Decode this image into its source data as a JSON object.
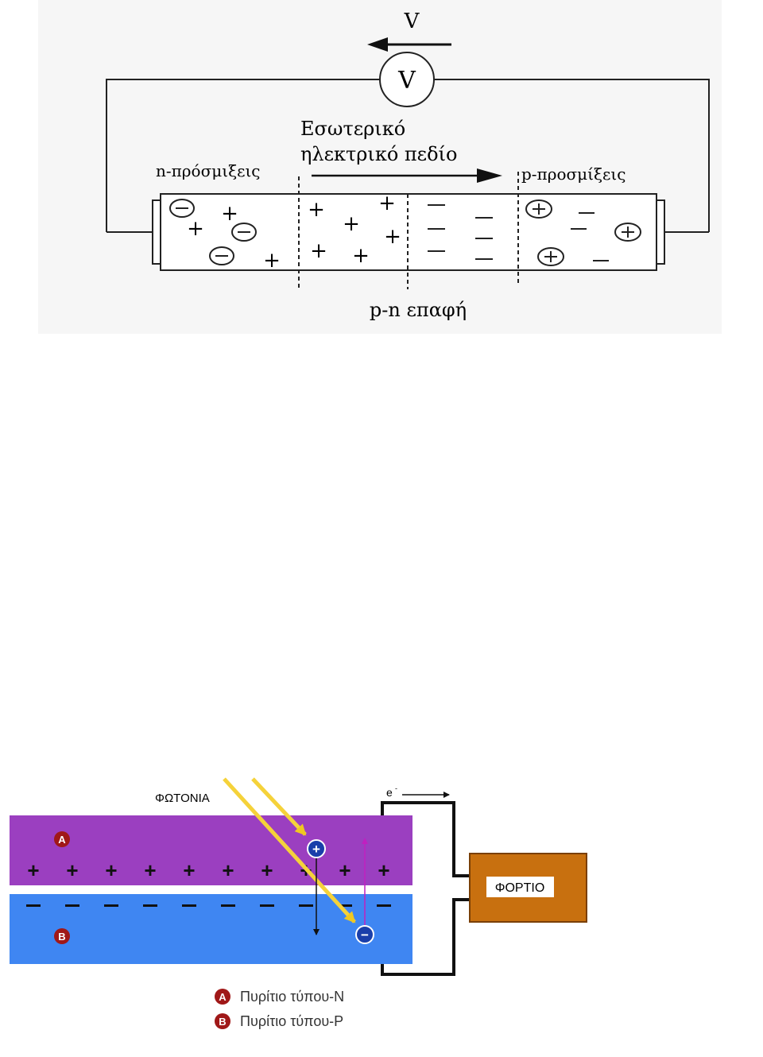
{
  "figure1": {
    "voltage_arrow_label": "V",
    "voltmeter_label": "V",
    "field_title_line1": "Εσωτερικό",
    "field_title_line2": "ηλεκτρικό πεδίο",
    "n_region_label": "n-πρόσμιξεις",
    "p_region_label": "p-προσμίξεις",
    "junction_label": "p-n επαφή",
    "charge_symbols": {
      "plus": "+",
      "minus": "—"
    }
  },
  "figure2": {
    "photons_label": "ΦΩΤΟΝΙΑ",
    "electron_flow_label": "e",
    "electron_flow_sup": "-",
    "load_label": "ΦΟΡΤΙΟ",
    "layer_a_marker": "A",
    "layer_b_marker": "B",
    "hole_symbol": "+",
    "electron_symbol": "−",
    "legend": [
      {
        "marker": "A",
        "text": "Πυρίτιο τύπου-N"
      },
      {
        "marker": "B",
        "text": "Πυρίτιο τύπου-P"
      }
    ],
    "colors": {
      "n_layer": "#9b3fc0",
      "p_layer": "#3f86f2",
      "load": "#c8700f",
      "photon": "#f5d23a",
      "marker": "#a01818"
    }
  }
}
